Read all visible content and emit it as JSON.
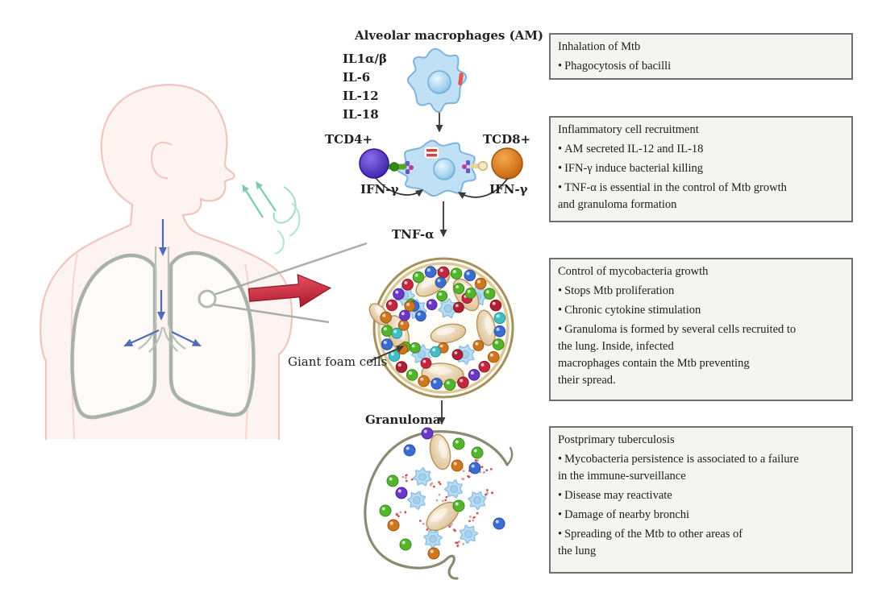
{
  "figure": {
    "subject": "Mycobacterium tuberculosis infection and granuloma formation diagram"
  },
  "diagram": {
    "am_title": "Alveolar macrophages (AM)",
    "cytokines": [
      "IL1α/β",
      "IL-6",
      "IL-12",
      "IL-18"
    ],
    "tcd4": "TCD4+",
    "tcd8": "TCD8+",
    "ifn_left": "IFN-γ",
    "ifn_right": "IFN-γ",
    "tnf": "TNF-α",
    "giant_foam": "Giant foam cells",
    "granuloma": "Granuloma"
  },
  "boxes": [
    {
      "title": "Inhalation of Mtb",
      "bullets": [
        "Phagocytosis of bacilli"
      ]
    },
    {
      "title": "Inflammatory cell recruitment",
      "bullets": [
        "AM secreted IL-12 and IL-18",
        "IFN-γ induce bacterial killing",
        "TNF-α is essential in the control of Mtb growth\nand granuloma formation"
      ]
    },
    {
      "title": "Control of mycobacteria growth",
      "bullets": [
        "Stops Mtb proliferation",
        "Chronic cytokine stimulation",
        "Granuloma is formed by several cells recruited to\nthe lung. Inside, infected\nmacrophages contain the Mtb preventing\ntheir spread."
      ]
    },
    {
      "title": "Postprimary tuberculosis",
      "bullets": [
        "Mycobacteria persistence is associated to a failure\nin the immune-surveillance",
        "Disease may reactivate",
        "Damage of nearby bronchi",
        "Spreading of the Mtb to other areas of\nthe lung"
      ]
    }
  ],
  "palette": {
    "box_bg": "#f4f4f1",
    "box_border": "#6f6f6f",
    "body_outline": "#f2c5bc",
    "lung_outline": "#a9b2a9",
    "breath_teal": "#6cc9a9",
    "inhale_arrow_blue": "#4e6db4",
    "zoom_arrow_red": "#c42134",
    "macrophage_blue": "#bfe0f5",
    "tcd4_purple": "#4b2bc4",
    "tcd8_orange": "#e2761b",
    "granuloma_ring_tan": "#a8905a",
    "foam_cell_tan": "#ead3b5",
    "bacilli_red": "#d84040"
  }
}
